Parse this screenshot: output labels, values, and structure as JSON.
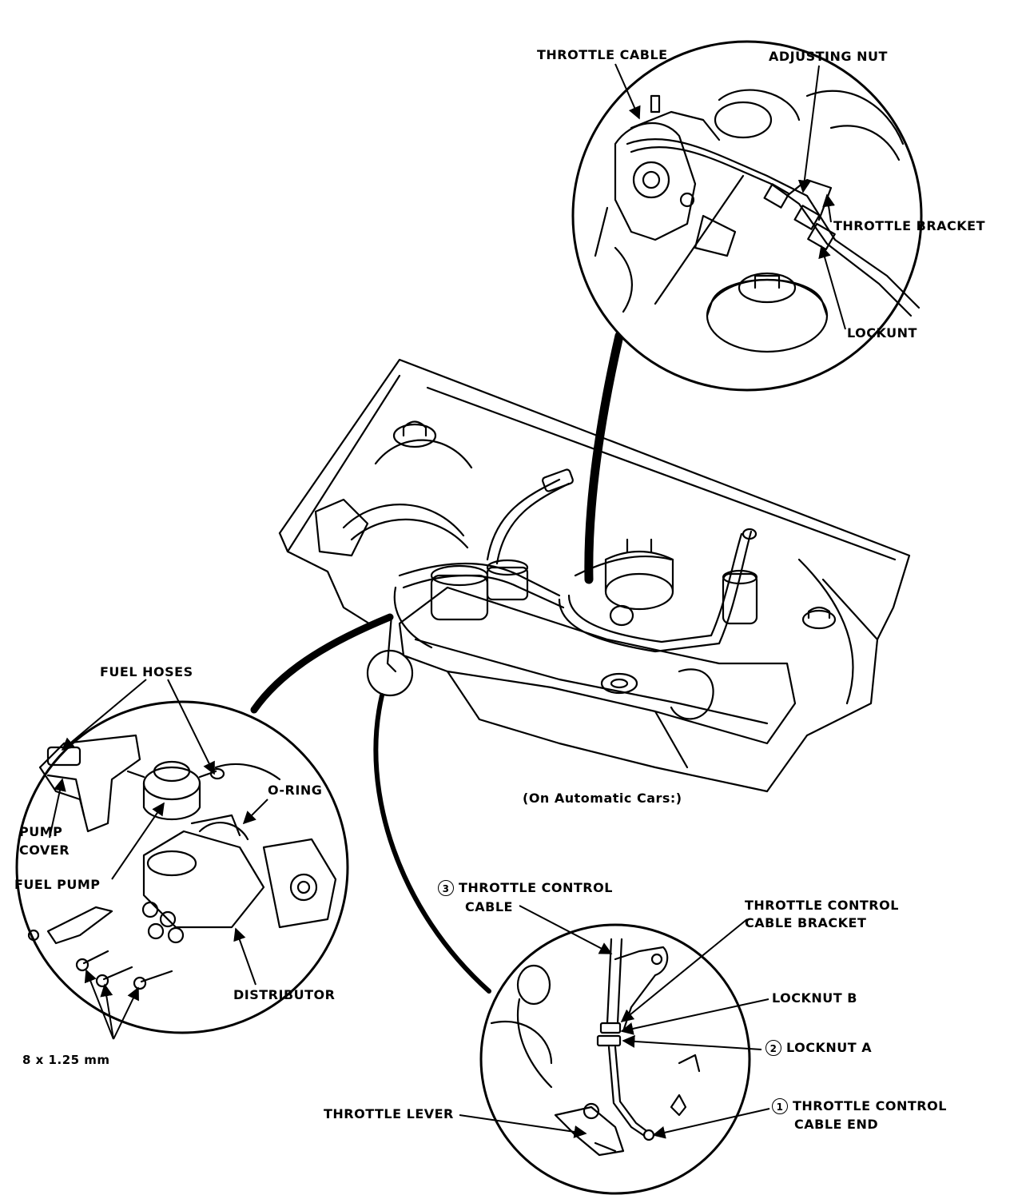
{
  "labels": {
    "throttle_cable": "THROTTLE CABLE",
    "adjusting_nut": "ADJUSTING NUT",
    "throttle_bracket": "THROTTLE BRACKET",
    "locknut": "LOCKUNT",
    "fuel_hoses": "FUEL HOSES",
    "o_ring": "O-RING",
    "pump_cover_1": "PUMP",
    "pump_cover_2": "COVER",
    "fuel_pump": "FUEL PUMP",
    "distributor": "DISTRIBUTOR",
    "bolt_size": "8 x 1.25 mm",
    "caption": "(On Automatic Cars:)",
    "tcc_num": "3",
    "tcc_1": "THROTTLE CONTROL",
    "tcc_2": "CABLE",
    "tccb_1": "THROTTLE CONTROL",
    "tccb_2": "CABLE BRACKET",
    "locknut_b": "LOCKNUT B",
    "locknut_a_num": "2",
    "locknut_a": "LOCKNUT A",
    "throttle_lever": "THROTTLE LEVER",
    "tce_num": "1",
    "tce_1": "THROTTLE CONTROL",
    "tce_2": "CABLE END"
  }
}
